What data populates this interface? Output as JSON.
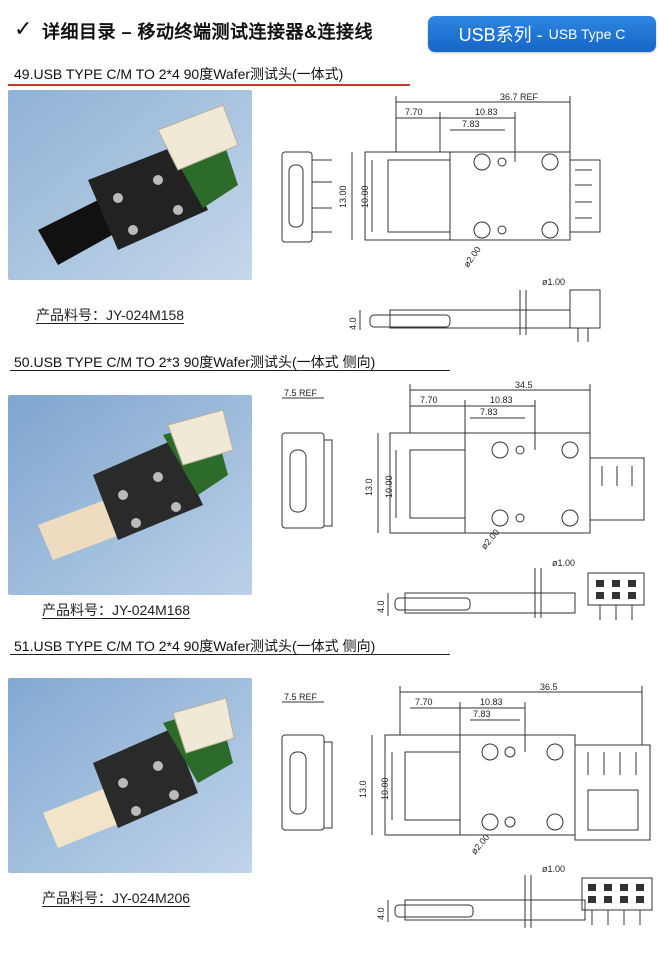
{
  "header": {
    "check": "✓",
    "title": "详细目录 – 移动终端测试连接器&连接线",
    "badge_main": "USB系列 -",
    "badge_sub": "USB Type C",
    "badge_color": "#1a6fd0"
  },
  "sections": [
    {
      "title": "49.USB TYPE C/M TO 2*4 90度Wafer测试头(一体式)",
      "part_label": "产品料号：JY-024M158",
      "dims": {
        "total": "36.7 REF",
        "d1": "7.70",
        "d2": "10.83",
        "d3": "7.83",
        "h1": "13.00",
        "h2": "10.00",
        "hole": "ø2.00",
        "pin": "ø1.00",
        "thick": "4.0"
      }
    },
    {
      "title": "50.USB TYPE C/M TO 2*3 90度Wafer测试头(一体式 侧向)",
      "part_label": "产品料号：JY-024M168",
      "dims": {
        "total": "34.5",
        "ref": "7.5 REF",
        "d1": "7.70",
        "d2": "10.83",
        "d3": "7.83",
        "h1": "13.0",
        "h2": "10.00",
        "hole": "ø2.00",
        "pin": "ø1.00",
        "thick": "4.0"
      }
    },
    {
      "title": "51.USB TYPE C/M TO 2*4 90度Wafer测试头(一体式 侧向)",
      "part_label": "产品料号：JY-024M206",
      "dims": {
        "total": "36.5",
        "ref": "7.5 REF",
        "d1": "7.70",
        "d2": "10.83",
        "d3": "7.83",
        "h1": "13.0",
        "h2": "10.00",
        "hole": "ø2.00",
        "pin": "ø1.00",
        "thick": "4.0"
      }
    }
  ]
}
